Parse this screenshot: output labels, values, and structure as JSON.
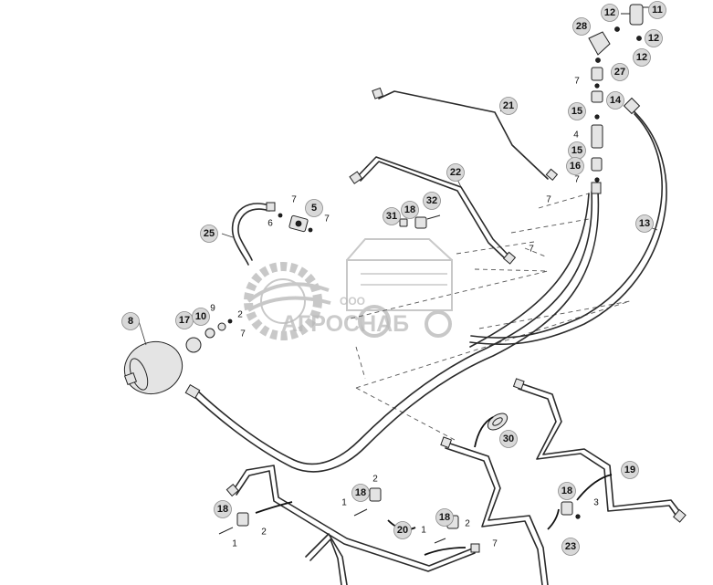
{
  "diagram": {
    "watermark": {
      "company_prefix": "ООО",
      "company_name": "АГРОСНАБ"
    },
    "callouts": [
      {
        "id": "c12a",
        "label": "12"
      },
      {
        "id": "c11",
        "label": "11"
      },
      {
        "id": "c28",
        "label": "28"
      },
      {
        "id": "c12b",
        "label": "12"
      },
      {
        "id": "c12c",
        "label": "12"
      },
      {
        "id": "c27",
        "label": "27"
      },
      {
        "id": "c14",
        "label": "14"
      },
      {
        "id": "c15a",
        "label": "15"
      },
      {
        "id": "c15b",
        "label": "15"
      },
      {
        "id": "c16",
        "label": "16"
      },
      {
        "id": "c21",
        "label": "21"
      },
      {
        "id": "c22",
        "label": "22"
      },
      {
        "id": "c13",
        "label": "13"
      },
      {
        "id": "c32",
        "label": "32"
      },
      {
        "id": "c18a",
        "label": "18"
      },
      {
        "id": "c31",
        "label": "31"
      },
      {
        "id": "c5",
        "label": "5"
      },
      {
        "id": "c25",
        "label": "25"
      },
      {
        "id": "c8",
        "label": "8"
      },
      {
        "id": "c17",
        "label": "17"
      },
      {
        "id": "c10",
        "label": "10"
      },
      {
        "id": "c30",
        "label": "30"
      },
      {
        "id": "c19",
        "label": "19"
      },
      {
        "id": "c18b",
        "label": "18"
      },
      {
        "id": "c18c",
        "label": "18"
      },
      {
        "id": "c18d",
        "label": "18"
      },
      {
        "id": "c18e",
        "label": "18"
      },
      {
        "id": "c20",
        "label": "20"
      },
      {
        "id": "c23",
        "label": "23"
      }
    ],
    "labels": [
      {
        "id": "n7a",
        "label": "7"
      },
      {
        "id": "n4",
        "label": "4"
      },
      {
        "id": "n7b",
        "label": "7"
      },
      {
        "id": "n7c",
        "label": "7"
      },
      {
        "id": "n7d",
        "label": "7"
      },
      {
        "id": "n6",
        "label": "6"
      },
      {
        "id": "n7e",
        "label": "7"
      },
      {
        "id": "n7f",
        "label": "7"
      },
      {
        "id": "n9",
        "label": "9"
      },
      {
        "id": "n7g",
        "label": "7"
      },
      {
        "id": "n2a",
        "label": "2"
      },
      {
        "id": "n1a",
        "label": "1"
      },
      {
        "id": "n2b",
        "label": "2"
      },
      {
        "id": "n1b",
        "label": "1"
      },
      {
        "id": "n1c",
        "label": "1"
      },
      {
        "id": "n2c",
        "label": "2"
      },
      {
        "id": "n7h",
        "label": "7"
      },
      {
        "id": "n3",
        "label": "3"
      },
      {
        "id": "n2d",
        "label": "2"
      }
    ]
  }
}
